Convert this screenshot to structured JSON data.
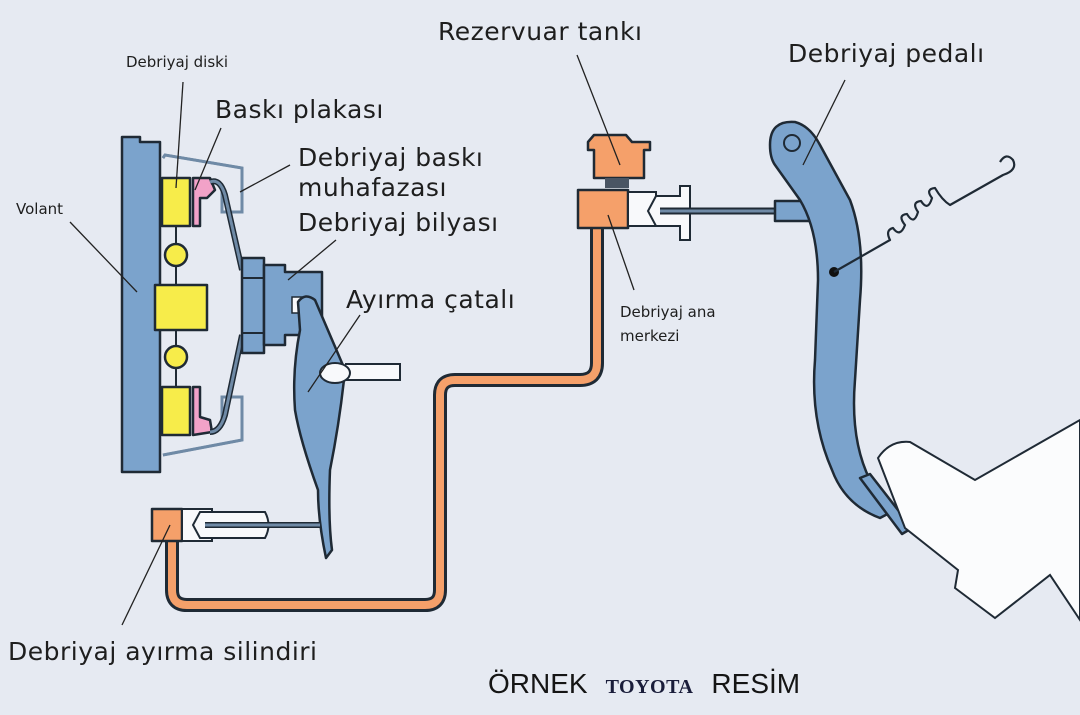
{
  "diagram": {
    "title": "Hydraulic clutch system",
    "labels": {
      "clutch_disc": "Debriyaj diski",
      "pressure_plate": "Baskı plakası",
      "clutch_cover_line1": "Debriyaj baskı",
      "clutch_cover_line2": "muhafazası",
      "release_bearing": "Debriyaj bilyası",
      "flywheel": "Volant",
      "release_fork": "Ayırma çatalı",
      "reservoir_tank": "Rezervuar tankı",
      "master_cylinder_line1": "Debriyaj ana",
      "master_cylinder_line2": "merkezi",
      "clutch_pedal": "Debriyaj pedalı",
      "release_cylinder": "Debriyaj ayırma silindiri"
    },
    "colors": {
      "background": "#e6eaf2",
      "steel_blue": "#7ba3cc",
      "disc_yellow": "#f7ec4a",
      "plate_pink": "#f2a2c8",
      "hydraulic_orange": "#f5a06a",
      "outline": "#1f2a35"
    }
  },
  "footer": {
    "word1": "ÖRNEK",
    "brand": "TOYOTA",
    "word2": "RESİM"
  }
}
